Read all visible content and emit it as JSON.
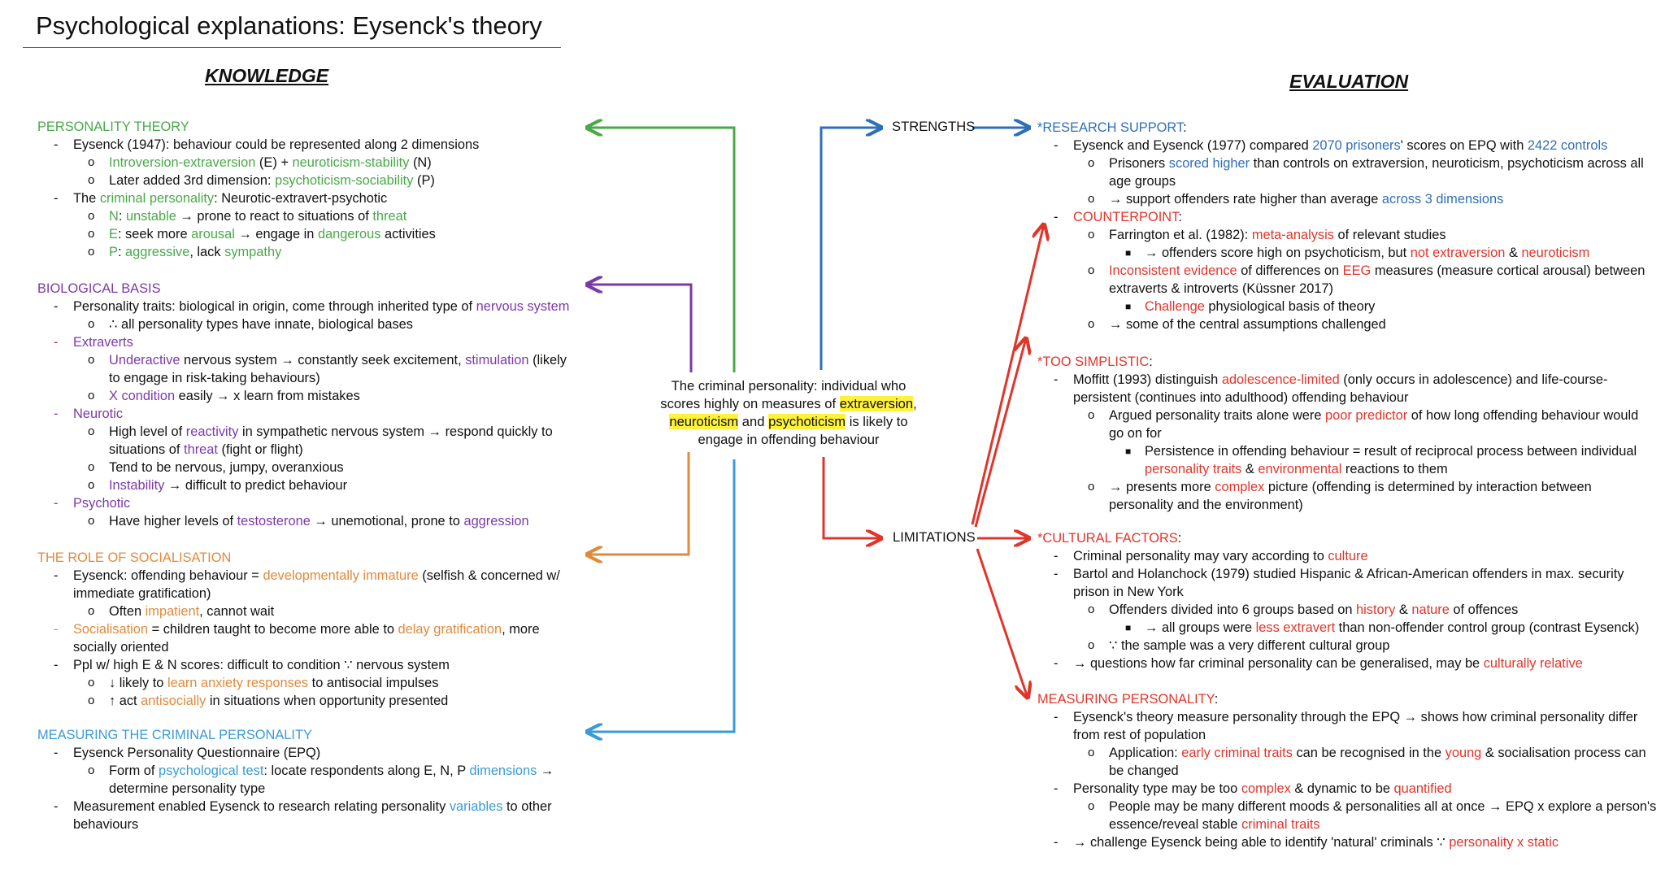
{
  "title": "Psychological explanations: Eysenck's theory",
  "headings": {
    "knowledge": "KNOWLEDGE",
    "evaluation": "EVALUATION"
  },
  "center": {
    "line1": "The criminal personality: individual who",
    "line2a": "scores highly on measures of ",
    "extraversion": "extraversion",
    "comma": ",",
    "neuroticism": "neuroticism",
    "and": " and ",
    "psychoticism": "psychoticism",
    "line3b": " is likely to",
    "line4": "engage in offending behaviour"
  },
  "nodes": {
    "strengths": "STRENGTHS",
    "limitations": "LIMITATIONS"
  },
  "colors": {
    "green": "#4aa84a",
    "purple": "#7b3aa8",
    "orange": "#e08a3c",
    "light_blue": "#3a9ad6",
    "blue": "#2f6fb8",
    "red": "#e0352b",
    "highlight": "#fff23a"
  },
  "personality": {
    "heading": "PERSONALITY THEORY",
    "l1": "Eysenck (1947): behaviour could be represented along 2 dimensions",
    "l2a": "Introversion-extraversion",
    "l2b": " (E) + ",
    "l2c": "neuroticism-stability",
    "l2d": " (N)",
    "l3a": "Later added 3rd dimension: ",
    "l3b": "psychoticism-sociability",
    "l3c": " (P)",
    "l4a": "The ",
    "l4b": "criminal personality",
    "l4c": ": Neurotic-extravert-psychotic",
    "l5a": "N",
    "l5b": ": ",
    "l5c": "unstable",
    "l5d": " → prone to react to situations of ",
    "l5e": "threat",
    "l6a": "E",
    "l6b": ": seek more ",
    "l6c": "arousal",
    "l6d": " → engage in ",
    "l6e": "dangerous",
    "l6f": " activities",
    "l7a": "P",
    "l7b": ": ",
    "l7c": "aggressive",
    "l7d": ", lack ",
    "l7e": "sympathy"
  },
  "biological": {
    "heading": "BIOLOGICAL BASIS",
    "l1a": "Personality traits: biological in origin, come through inherited type of ",
    "l1b": "nervous system",
    "l2": "∴ all personality types have innate, biological bases",
    "l3": "Extraverts",
    "l4a": "Underactive",
    "l4b": " nervous system → constantly seek excitement, ",
    "l4c": "stimulation",
    "l4d": " (likely",
    "l4e": "to engage in risk-taking behaviours)",
    "l5a": "X condition",
    "l5b": " easily → x learn from mistakes",
    "l6": "Neurotic",
    "l7a": "High level of ",
    "l7b": "reactivity",
    "l7c": " in sympathetic nervous system → respond quickly to",
    "l7d": "situations of ",
    "l7e": "threat",
    "l7f": " (fight or flight)",
    "l8": "Tend to be nervous, jumpy, overanxious",
    "l9a": "Instability",
    "l9b": " → difficult to predict behaviour",
    "l10": "Psychotic",
    "l11a": "Have higher levels of ",
    "l11b": "testosterone",
    "l11c": " → unemotional, prone to ",
    "l11d": "aggression"
  },
  "socialisation": {
    "heading": "THE ROLE OF SOCIALISATION",
    "l1a": "Eysenck: offending behaviour = ",
    "l1b": "developmentally immature",
    "l1c": " (selfish & concerned w/",
    "l1d": "immediate gratification)",
    "l2a": "Often ",
    "l2b": "impatient",
    "l2c": ", cannot wait",
    "l3a": "Socialisation",
    "l3b": " = children taught to become more able to ",
    "l3c": "delay gratification",
    "l3d": ", more",
    "l3e": "socially oriented",
    "l4": "Ppl w/ high E & N scores: difficult to condition ∵ nervous system",
    "l5a": "↓ likely to ",
    "l5b": "learn anxiety responses",
    "l5c": " to antisocial impulses",
    "l6a": "↑ act ",
    "l6b": "antisocially",
    "l6c": " in situations when opportunity presented"
  },
  "measuring_knowledge": {
    "heading": "MEASURING THE CRIMINAL PERSONALITY",
    "l1": "Eysenck Personality Questionnaire (EPQ)",
    "l2a": "Form of ",
    "l2b": "psychological test",
    "l2c": ": locate respondents along E, N, P ",
    "l2d": "dimensions",
    "l2e": " →",
    "l2f": "determine personality type",
    "l3a": "Measurement enabled Eysenck to research relating personality ",
    "l3b": "variables",
    "l3c": " to other",
    "l3d": "behaviours"
  },
  "research": {
    "heading": "*RESEARCH SUPPORT",
    "colon": ":",
    "l1a": "Eysenck and Eysenck (1977) compared ",
    "l1b": "2070 prisoners",
    "l1c": "' scores on EPQ with ",
    "l1d": "2422 controls",
    "l2a": "Prisoners ",
    "l2b": "scored higher",
    "l2c": " than controls on extraversion, neuroticism, psychoticism across all",
    "l2d": "age groups",
    "l3a": "→ support offenders rate higher than average ",
    "l3b": "across 3 dimensions"
  },
  "counterpoint": {
    "heading": "COUNTERPOINT",
    "colon": ":",
    "l1a": "Farrington et al. (1982): ",
    "l1b": "meta-analysis",
    "l1c": " of relevant studies",
    "l2a": "→ offenders score high on psychoticism, but ",
    "l2b": "not extraversion",
    "l2c": " & ",
    "l2d": "neuroticism",
    "l3a": "Inconsistent evidence",
    "l3b": " of differences on ",
    "l3c": "EEG",
    "l3d": " measures (measure cortical arousal) between",
    "l3e": "extraverts & introverts (Küssner 2017)",
    "l4a": "Challenge",
    "l4b": " physiological basis of theory",
    "l5": "→ some of the central assumptions challenged"
  },
  "simplistic": {
    "heading": "*TOO SIMPLISTIC",
    "colon": ":",
    "l1a": "Moffitt (1993) distinguish ",
    "l1b": "adolescence-limited",
    "l1c": " (only occurs in adolescence) and life-course-",
    "l1d": "persistent (continues into adulthood) offending behaviour",
    "l2a": "Argued personality traits alone were ",
    "l2b": "poor predictor",
    "l2c": " of how long offending behaviour would",
    "l2d": "go on for",
    "l3a": "Persistence in offending behaviour = result of reciprocal process between individual",
    "l3b": "personality traits",
    "l3c": " & ",
    "l3d": "environmental",
    "l3e": " reactions to them",
    "l4a": "→ presents more ",
    "l4b": "complex",
    "l4c": " picture (offending is determined by interaction between",
    "l4d": "personality and the environment)"
  },
  "cultural": {
    "heading": "*CULTURAL FACTORS",
    "colon": ":",
    "l1a": "Criminal personality may vary according to ",
    "l1b": "culture",
    "l2a": "Bartol and Holanchock (1979) studied Hispanic & African-American offenders in max. security",
    "l2b": "prison in New York",
    "l3a": "Offenders divided into 6 groups based on ",
    "l3b": "history",
    "l3c": " & ",
    "l3d": "nature",
    "l3e": " of offences",
    "l4a": "→ all groups were ",
    "l4b": "less extravert",
    "l4c": " than non-offender control group (contrast Eysenck)",
    "l5": "∵ the sample was a very different cultural group",
    "l6a": "→ questions how far criminal personality can be generalised, may be ",
    "l6b": "culturally relative"
  },
  "measuring_eval": {
    "heading": "MEASURING PERSONALITY",
    "colon": ":",
    "l1a": "Eysenck's theory measure personality through the EPQ → shows how criminal personality differ",
    "l1b": "from rest of population",
    "l2a": "Application: ",
    "l2b": "early criminal traits",
    "l2c": " can be recognised in the ",
    "l2d": "young",
    "l2e": " & socialisation process can",
    "l2f": "be changed",
    "l3a": "Personality type may be too ",
    "l3b": "complex",
    "l3c": " & dynamic to be ",
    "l3d": "quantified",
    "l4a": "People may be many different moods & personalities all at once → EPQ x explore a person's",
    "l4b": "essence/reveal stable ",
    "l4c": "criminal traits",
    "l5a": "→ challenge Eysenck being able to identify 'natural' criminals ∵ ",
    "l5b": "personality x static"
  }
}
